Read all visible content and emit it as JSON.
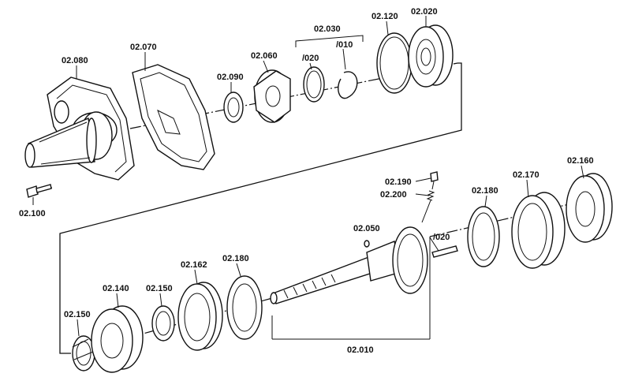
{
  "labels": {
    "p02_080": "02.080",
    "p02_070": "02.070",
    "p02_090": "02.090",
    "p02_060": "02.060",
    "p02_030": "02.030",
    "p02_030_020": "/020",
    "p02_030_010": "/010",
    "p02_120": "02.120",
    "p02_020": "02.020",
    "p02_100": "02.100",
    "p02_190": "02.190",
    "p02_200": "02.200",
    "p02_050": "02.050",
    "p02_010_020": "/020",
    "p02_180_right": "02.180",
    "p02_170": "02.170",
    "p02_160": "02.160",
    "p02_140": "02.140",
    "p02_150_mid": "02.150",
    "p02_162": "02.162",
    "p02_180_left": "02.180",
    "p02_150_left": "02.150",
    "p02_010": "02.010"
  },
  "colors": {
    "line": "#111111",
    "background": "#ffffff"
  }
}
